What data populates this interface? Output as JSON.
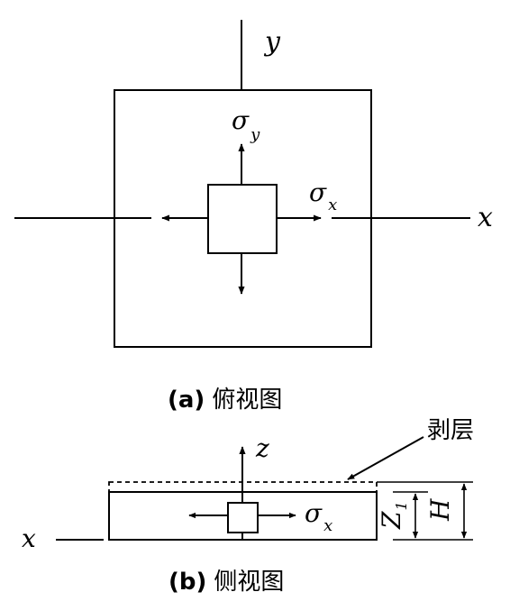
{
  "top_view": {
    "axis_y_label": "y",
    "axis_x_label": "x",
    "stress_y_symbol": "σ",
    "stress_y_subscript": "y",
    "stress_x_symbol": "σ",
    "stress_x_subscript": "x",
    "caption_letter": "(a)",
    "caption_text": "俯视图"
  },
  "side_view": {
    "axis_z_label": "z",
    "axis_x_label": "x",
    "peel_layer_label": "剥层",
    "stress_x_symbol": "σ",
    "stress_x_subscript": "x",
    "depth_symbol": "Z",
    "depth_subscript": "1",
    "height_symbol": "H",
    "caption_letter": "(b)",
    "caption_text": "侧视图"
  },
  "colors": {
    "line": "#000000",
    "background": "#ffffff"
  }
}
